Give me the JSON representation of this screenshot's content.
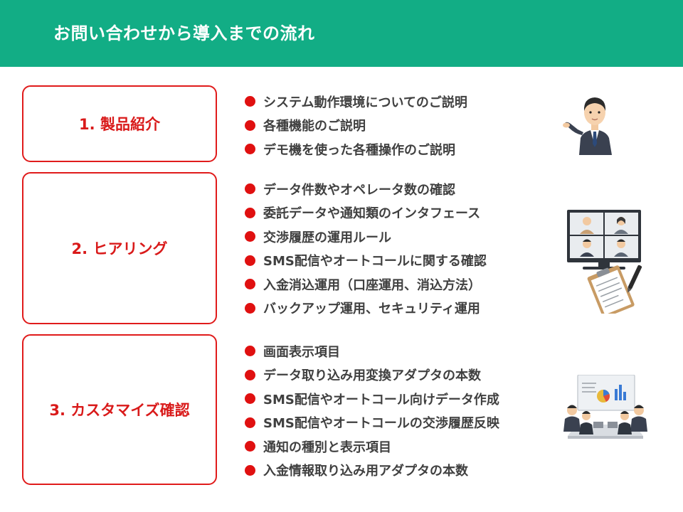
{
  "header": {
    "title": "お問い合わせから導入までの流れ"
  },
  "colors": {
    "header_bg": "#12ad85",
    "accent": "#e01b1b"
  },
  "steps": [
    {
      "label": "1. 製品紹介",
      "items": [
        "システム動作環境についてのご説明",
        "各種機能のご説明",
        "デモ機を使った各種操作のご説明"
      ],
      "illustration": "presenter-man-icon"
    },
    {
      "label": "2. ヒアリング",
      "items": [
        "データ件数やオペレータ数の確認",
        "委託データや通知類のインタフェース",
        "交渉履歴の運用ルール",
        "SMS配信やオートコールに関する確認",
        "入金消込運用（口座運用、消込方法）",
        "バックアップ運用、セキュリティ運用"
      ],
      "illustration": "video-meeting-clipboard-icon"
    },
    {
      "label": "3. カスタマイズ確認",
      "items": [
        "画面表示項目",
        "データ取り込み用変換アダプタの本数",
        "SMS配信やオートコール向けデータ作成",
        "SMS配信やオートコールの交渉履歴反映",
        "通知の種別と表示項目",
        "入金情報取り込み用アダプタの本数"
      ],
      "illustration": "business-meeting-icon"
    }
  ]
}
